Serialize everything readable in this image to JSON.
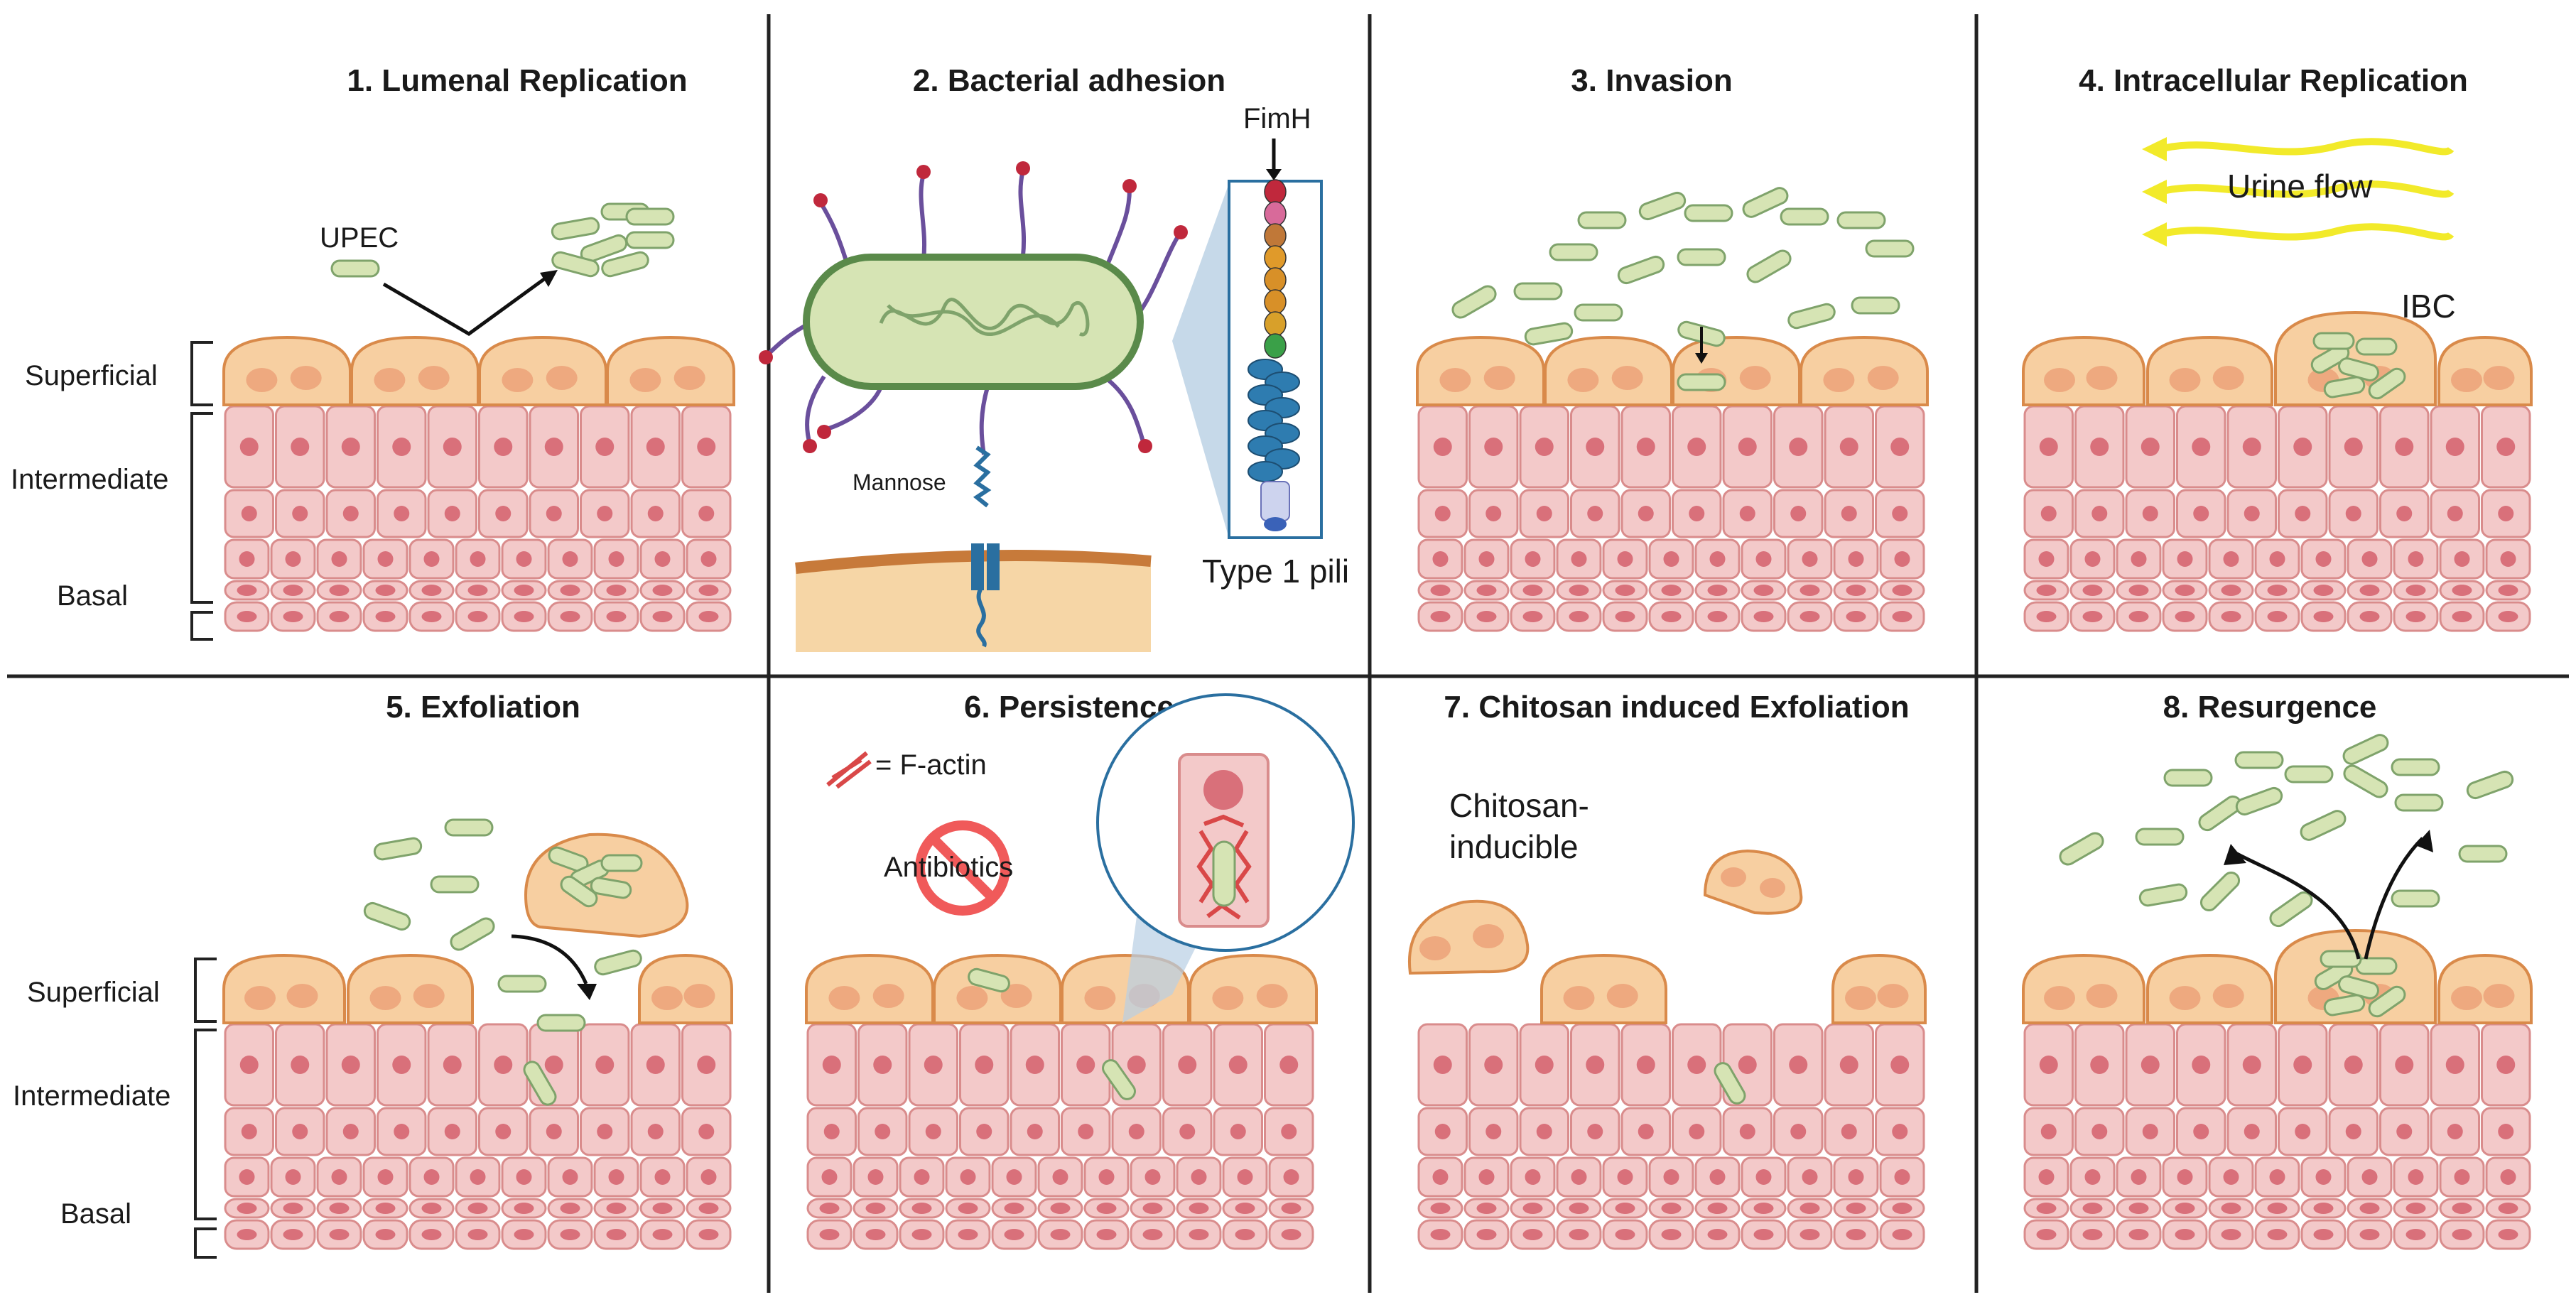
{
  "colors": {
    "cell_fill": "#f3c9c9",
    "cell_stroke": "#d98c8c",
    "nucleus": "#d9707a",
    "umbrella_fill": "#f7cfa1",
    "umbrella_stroke": "#d98a4a",
    "umbrella_nucleus": "#eea97f",
    "bacterium_fill": "#d6e4b4",
    "bacterium_stroke": "#7fa36b",
    "urine": "#f2ea2a",
    "divider": "#222222",
    "pili": "#6a4f9c",
    "no_sign": "#f05a5a"
  },
  "panels": [
    {
      "id": 1,
      "title": "1.  Lumenal Replication"
    },
    {
      "id": 2,
      "title": "2. Bacterial adhesion"
    },
    {
      "id": 3,
      "title": "3. Invasion"
    },
    {
      "id": 4,
      "title": "4. Intracellular Replication"
    },
    {
      "id": 5,
      "title": "5. Exfoliation"
    },
    {
      "id": 6,
      "title": "6. Persistence"
    },
    {
      "id": 7,
      "title": "7. Chitosan induced Exfoliation"
    },
    {
      "id": 8,
      "title": "8. Resurgence"
    }
  ],
  "layers": {
    "superficial": "Superficial",
    "intermediate": "Intermediate",
    "basal": "Basal"
  },
  "labels": {
    "upec": "UPEC",
    "fimh": "FimH",
    "mannose": "Mannose",
    "type1_pili": "Type 1 pili",
    "urine_flow": "Urine flow",
    "ibc": "IBC",
    "factin": "= F-actin",
    "antibiotics": "Antibiotics",
    "chitosan_line1": "Chitosan-",
    "chitosan_line2": "inducible"
  }
}
